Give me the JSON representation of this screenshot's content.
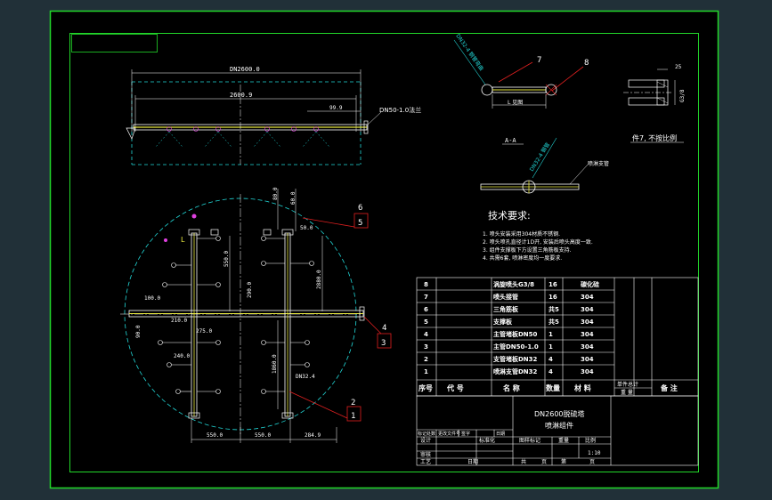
{
  "colors": {
    "outer_bg": "#213038",
    "paper": "#000000",
    "frame": "#22d82a",
    "line": "#ffffff",
    "dim": "#22d8d8",
    "yellow": "#e8e840",
    "red": "#e02020",
    "magenta": "#e040e0",
    "table_text": "#ffffff"
  },
  "top_view": {
    "dim_overall": "DN2600.0",
    "dim_inner": "2600.9",
    "dim_small": "99.9",
    "note": "DN50-1.0法兰"
  },
  "plan_view": {
    "dims": {
      "d_left_100": "100.0",
      "d_left_90": "90.0",
      "d_210": "210.0",
      "d_275": "275.0",
      "d_240": "240.0",
      "d_550": "550.0",
      "d_290": "290.0",
      "d_2880": "2880.0",
      "d_80": "80.0",
      "d_60": "60.0",
      "d_50": "50.0",
      "d_1860": "1860.0",
      "d_dn32": "DN32.4",
      "bottom_550a": "550.0",
      "bottom_550b": "550.0",
      "bottom_284": "284.9"
    },
    "label_L": "L"
  },
  "callouts": {
    "c6": "6",
    "c5": "5",
    "c4": "4",
    "c3": "3",
    "c2": "2",
    "c1": "1",
    "c7": "7",
    "c8": "8"
  },
  "detail_nozzle": {
    "angle_note": "DN32-4 钢管弯曲",
    "len_note": "L 见图",
    "dim_25": "25",
    "dim_side": "G3/8",
    "part_note": "件7, 不按比例"
  },
  "section_aa": {
    "title": "A-A",
    "note_tilt": "DN32-4 钢管",
    "note_right": "喷淋支管"
  },
  "tech_requirements": {
    "title": "技术要求:",
    "items": [
      "1. 喷头安装采用304材质不锈钢.",
      "2. 喷头喷孔直径计1D开, 安装后喷头高度一致.",
      "3. 组件支撑板下方设置三角筋板支持.",
      "4. 共需6套, 喷淋密度均一度要求."
    ]
  },
  "parts_table": {
    "rows": [
      {
        "no": "8",
        "name": "涡旋喷头G3/8",
        "qty": "16",
        "material": "碳化硅"
      },
      {
        "no": "7",
        "name": "喷头接管",
        "qty": "16",
        "material": "304"
      },
      {
        "no": "6",
        "name": "三角筋板",
        "qty": "共5",
        "material": "304"
      },
      {
        "no": "5",
        "name": "支撑板",
        "qty": "共5",
        "material": "304"
      },
      {
        "no": "4",
        "name": "主管堵板DN50",
        "qty": "1",
        "material": "304"
      },
      {
        "no": "3",
        "name": "主管DN50-1.0",
        "qty": "1",
        "material": "304"
      },
      {
        "no": "2",
        "name": "支管堵板DN32",
        "qty": "4",
        "material": "304"
      },
      {
        "no": "1",
        "name": "喷淋支管DN32",
        "qty": "4",
        "material": "304"
      }
    ],
    "header": {
      "no": "序号",
      "code": "代 号",
      "name": "名 称",
      "qty": "数量",
      "material": "材 料",
      "weight": "单件总计",
      "weight_sub": "重 量",
      "remark": "备 注"
    }
  },
  "title_block": {
    "title_line1": "DN2600脱硫塔",
    "title_line2": "喷淋组件",
    "row_labels": [
      "标记处数",
      "更改文件号",
      "签字",
      "日期"
    ],
    "design": "设计",
    "standard": "标准化",
    "check": "审核",
    "process": "工艺",
    "date": "日期",
    "stage": "图样标记",
    "weight": "重量",
    "scale": "比例",
    "scale_val": "1:10",
    "sheet_total": "共",
    "sheet": "页",
    "sheet2": "第",
    "sheet3": "页"
  }
}
